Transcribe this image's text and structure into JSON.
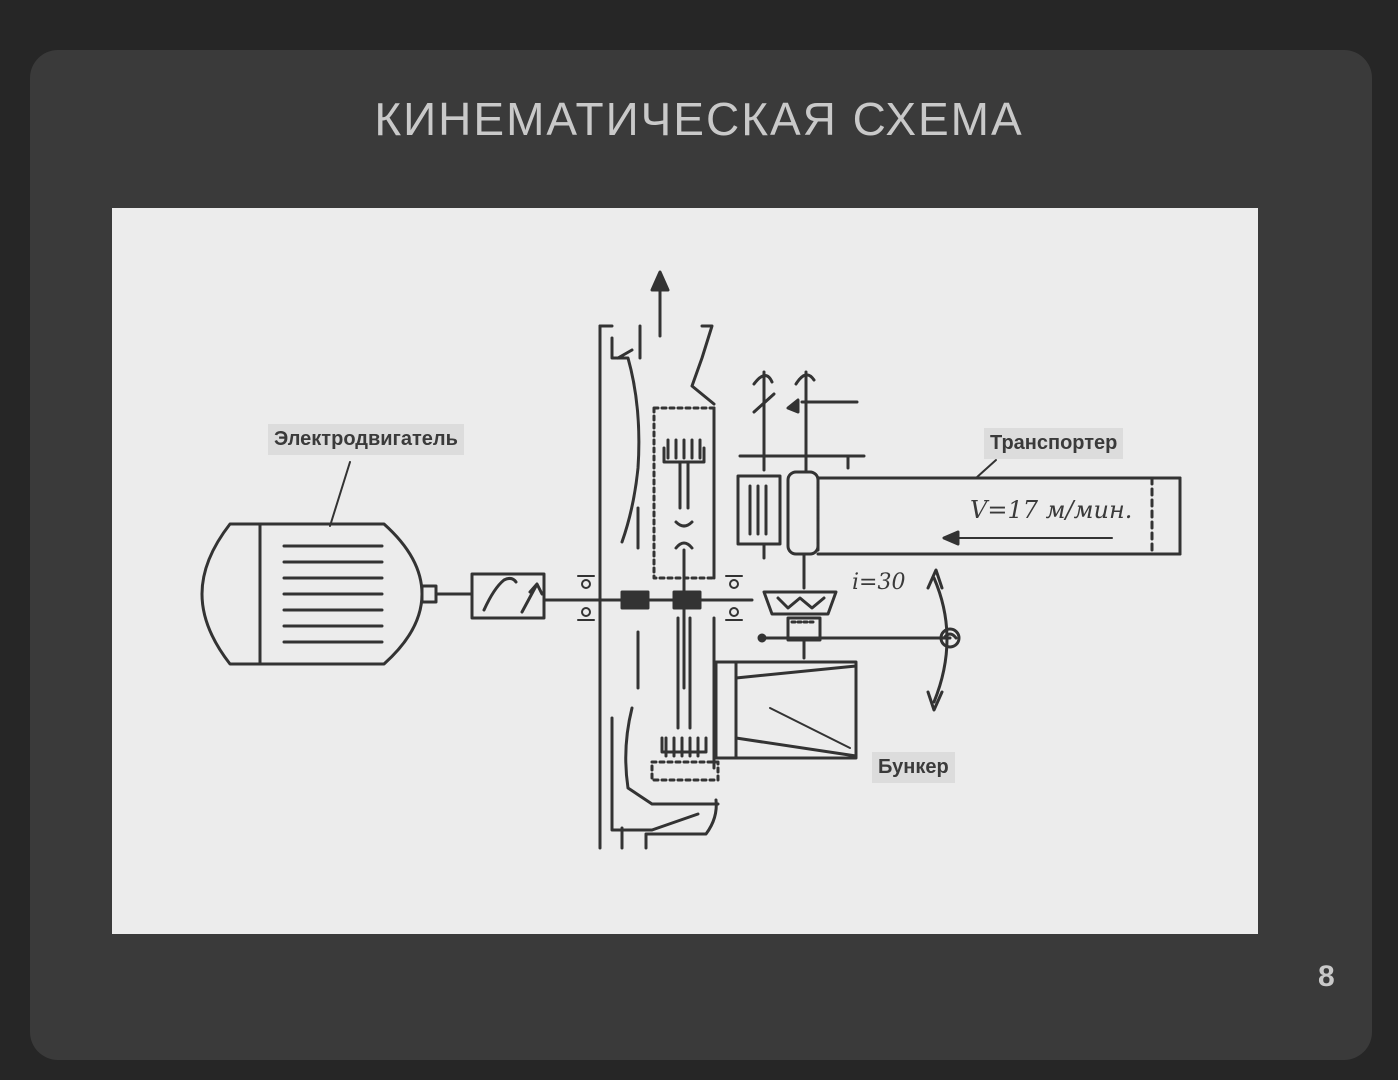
{
  "title": "КИНЕМАТИЧЕСКАЯ СХЕМА",
  "labels": {
    "motor": "Электродвигатель",
    "conveyor": "Транспортер",
    "bunker": "Бункер"
  },
  "formulas": {
    "speed": "V=17 м/мин.",
    "ratio": "i=30"
  },
  "page_number": "8"
}
